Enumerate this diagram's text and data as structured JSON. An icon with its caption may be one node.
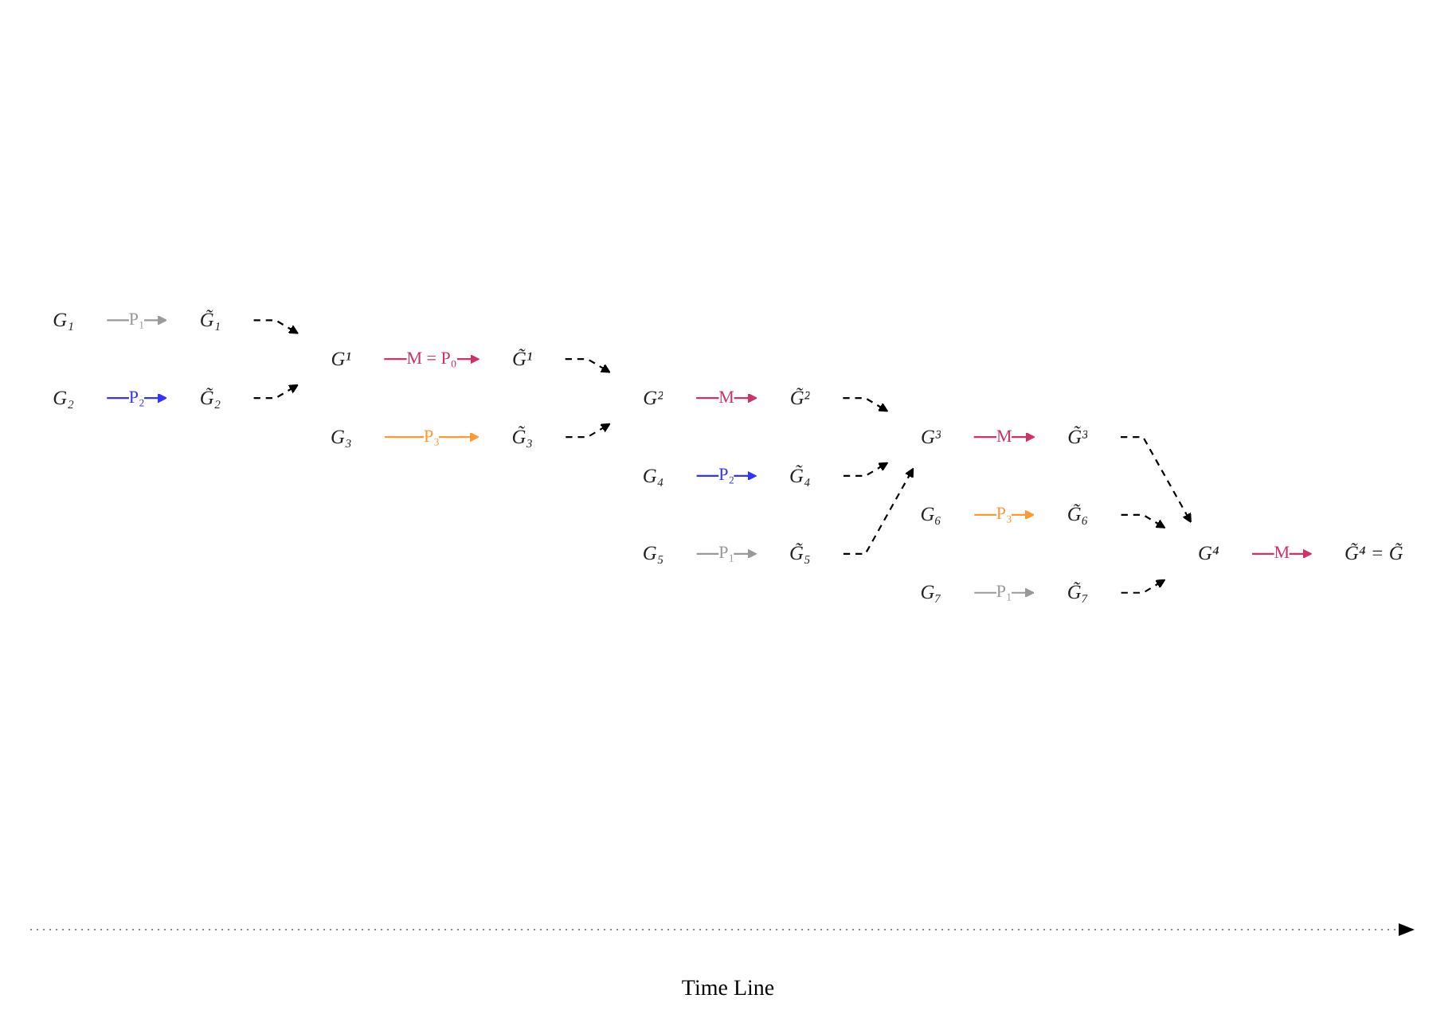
{
  "diagram": {
    "nodes": [
      {
        "text": [
          "G₁"
        ]
      },
      {
        "text": [
          "G̃₁"
        ]
      },
      {
        "text": [
          "G¹"
        ]
      },
      {
        "text": [
          "G̃¹"
        ]
      },
      {
        "text": [
          "G₂"
        ]
      },
      {
        "text": [
          "G̃₂"
        ]
      },
      {
        "text": [
          "G²"
        ]
      },
      {
        "text": [
          "G̃²"
        ]
      },
      {
        "text": [
          "G₃"
        ]
      },
      {
        "text": [
          "G̃₃"
        ]
      },
      {
        "text": [
          "G₄"
        ]
      },
      {
        "text": [
          "G̃₄"
        ]
      },
      {
        "text": [
          "G³"
        ]
      },
      {
        "text": [
          "G̃³"
        ]
      },
      {
        "text": [
          "G₅"
        ]
      },
      {
        "text": [
          "G̃₅"
        ]
      },
      {
        "text": [
          "G₆"
        ]
      },
      {
        "text": [
          "G̃₆"
        ]
      },
      {
        "text": [
          "G⁴"
        ]
      },
      {
        "text": [
          "G̃⁴ = G̃"
        ]
      },
      {
        "text": [
          "G₇"
        ]
      },
      {
        "text": [
          "G̃₇"
        ]
      }
    ],
    "edges": [
      {
        "from": 0,
        "to": 1,
        "arrow": "to",
        "label": "P₁",
        "color": "#999999"
      },
      {
        "from": 4,
        "to": 5,
        "arrow": "to",
        "label": "P₂",
        "color": "#3333ff"
      },
      {
        "from": 2,
        "to": 3,
        "arrow": "to",
        "label": "M = P₀",
        "color": "#cc3366"
      },
      {
        "from": 8,
        "to": 9,
        "arrow": "to",
        "label": "P₃",
        "color": "#ff9933"
      },
      {
        "from": 6,
        "to": 7,
        "arrow": "to",
        "label": "M",
        "color": "#cc3366"
      },
      {
        "from": 10,
        "to": 11,
        "arrow": "to",
        "label": "P₂",
        "color": "#3333ff"
      },
      {
        "from": 12,
        "to": 13,
        "arrow": "to",
        "label": "M",
        "color": "#cc3366"
      },
      {
        "from": 14,
        "to": 15,
        "arrow": "to",
        "label": "P₁",
        "color": "#999999"
      },
      {
        "from": 16,
        "to": 17,
        "arrow": "to",
        "label": "P₃",
        "color": "#ff9933"
      },
      {
        "from": 18,
        "to": 19,
        "arrow": "to",
        "label": "M",
        "color": "#cc3366"
      },
      {
        "from": 20,
        "to": 21,
        "arrow": "to",
        "label": "P₁",
        "color": "#999999"
      },
      {
        "from": 1,
        "to": 2,
        "arrow": "to",
        "style": "dashed"
      },
      {
        "from": 5,
        "to": 2,
        "arrow": "to",
        "style": "dashed"
      },
      {
        "from": 3,
        "to": 6,
        "arrow": "to",
        "style": "dashed"
      },
      {
        "from": 9,
        "to": 6,
        "arrow": "to",
        "style": "dashed"
      },
      {
        "from": 7,
        "to": 12,
        "arrow": "to",
        "style": "dashed"
      },
      {
        "from": 11,
        "to": 12,
        "arrow": "to",
        "style": "dashed"
      },
      {
        "from": 15,
        "to": 12,
        "arrow": "to",
        "style": "dashed"
      },
      {
        "from": 13,
        "to": 18,
        "arrow": "to",
        "style": "dashed"
      },
      {
        "from": 17,
        "to": 18,
        "arrow": "to",
        "style": "dashed"
      },
      {
        "from": 21,
        "to": 18,
        "arrow": "to",
        "style": "dashed"
      }
    ],
    "labels": [
      "Time Line"
    ]
  }
}
